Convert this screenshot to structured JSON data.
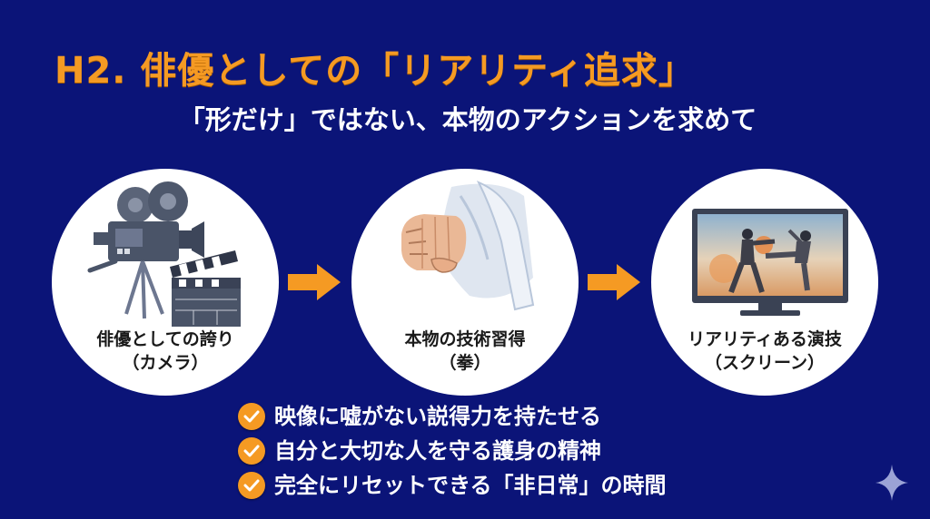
{
  "slide": {
    "title": "H2. 俳優としての「リアリティ追求」",
    "subtitle": "「形だけ」ではない、本物のアクションを求めて",
    "colors": {
      "background": "#0b1478",
      "accent": "#f59a23",
      "text": "#ffffff",
      "circle_bg": "#ffffff"
    }
  },
  "steps": [
    {
      "icon": "movie-camera-clapperboard-icon",
      "label_line1": "俳優としての誇り",
      "label_line2": "（カメラ）"
    },
    {
      "icon": "karate-fist-icon",
      "label_line1": "本物の技術習得",
      "label_line2": "（拳）"
    },
    {
      "icon": "tv-screen-fight-scene-icon",
      "label_line1": "リアリティある演技",
      "label_line2": "（スクリーン）"
    }
  ],
  "arrows": [
    {
      "icon": "arrow-right-icon"
    },
    {
      "icon": "arrow-right-icon"
    }
  ],
  "checklist": [
    {
      "icon": "check-circle-icon",
      "text": "映像に嘘がない説得力を持たせる"
    },
    {
      "icon": "check-circle-icon",
      "text": "自分と大切な人を守る護身の精神"
    },
    {
      "icon": "check-circle-icon",
      "text": "完全にリセットできる「非日常」の時間"
    }
  ],
  "watermark": {
    "icon": "sparkle-icon"
  }
}
